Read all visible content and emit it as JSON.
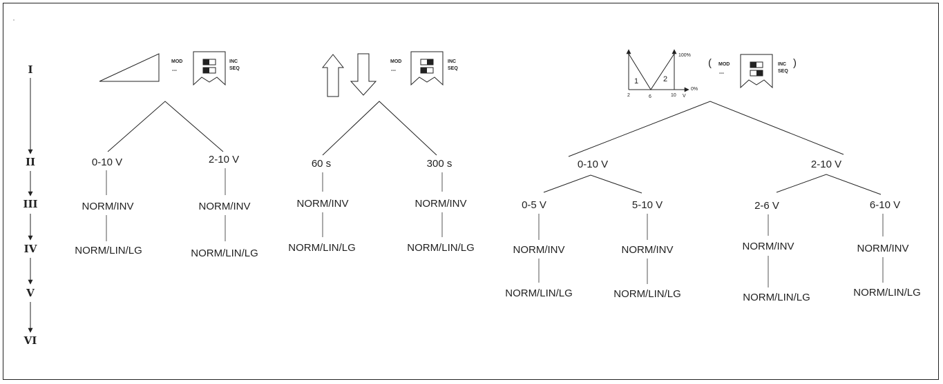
{
  "levels": [
    "I",
    "II",
    "III",
    "IV",
    "V",
    "VI"
  ],
  "switches": {
    "mod": "MOD",
    "dashes": "---",
    "inc": "INC",
    "seq": "SEQ",
    "paren_open": "(",
    "paren_close": ")"
  },
  "graph": {
    "pct_100": "100%",
    "pct_0": "0%",
    "segment_1": "1",
    "segment_2": "2",
    "tick_2": "2",
    "tick_6": "6",
    "tick_10": "10",
    "unit_v": "V"
  },
  "tree1": {
    "left_range": "0-10 V",
    "right_range": "2-10 V",
    "left_mode": "NORM/INV",
    "right_mode": "NORM/INV",
    "left_curve": "NORM/LIN/LG",
    "right_curve": "NORM/LIN/LG"
  },
  "tree2": {
    "left_time": "60 s",
    "right_time": "300 s",
    "left_mode": "NORM/INV",
    "right_mode": "NORM/INV",
    "left_curve": "NORM/LIN/LG",
    "right_curve": "NORM/LIN/LG"
  },
  "tree3": {
    "left_range": "0-10 V",
    "right_range": "2-10 V",
    "sub": [
      {
        "range": "0-5 V",
        "mode": "NORM/INV",
        "curve": "NORM/LIN/LG"
      },
      {
        "range": "5-10 V",
        "mode": "NORM/INV",
        "curve": "NORM/LIN/LG"
      },
      {
        "range": "2-6 V",
        "mode": "NORM/INV",
        "curve": "NORM/LIN/LG"
      },
      {
        "range": "6-10 V",
        "mode": "NORM/INV",
        "curve": "NORM/LIN/LG"
      }
    ]
  }
}
